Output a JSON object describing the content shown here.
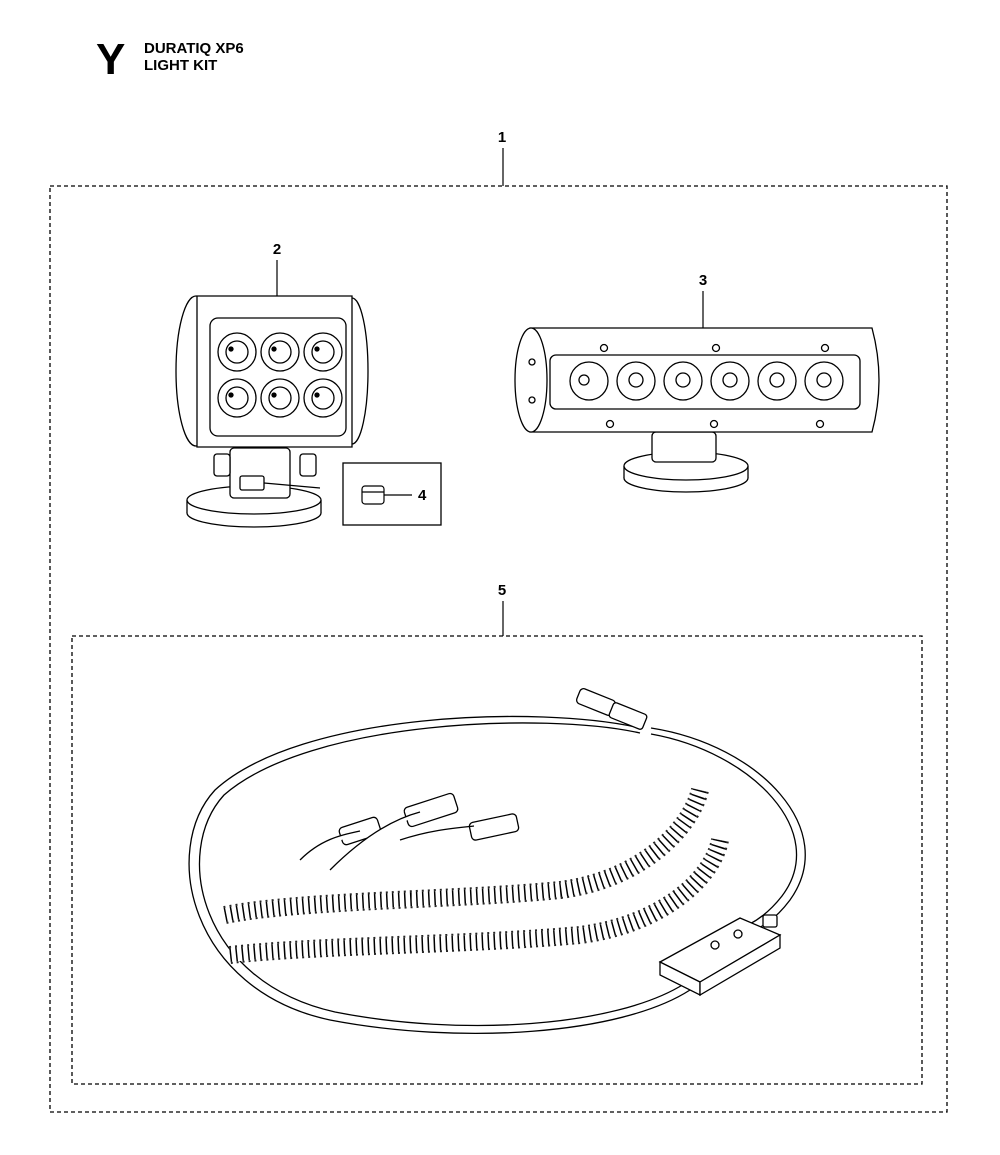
{
  "header": {
    "section_letter": "Y",
    "model": "DURATIQ XP6",
    "title": "LIGHT KIT"
  },
  "callouts": {
    "kit": "1",
    "work_light": "2",
    "light_bar": "3",
    "fastener": "4",
    "wiring_harness": "5"
  }
}
